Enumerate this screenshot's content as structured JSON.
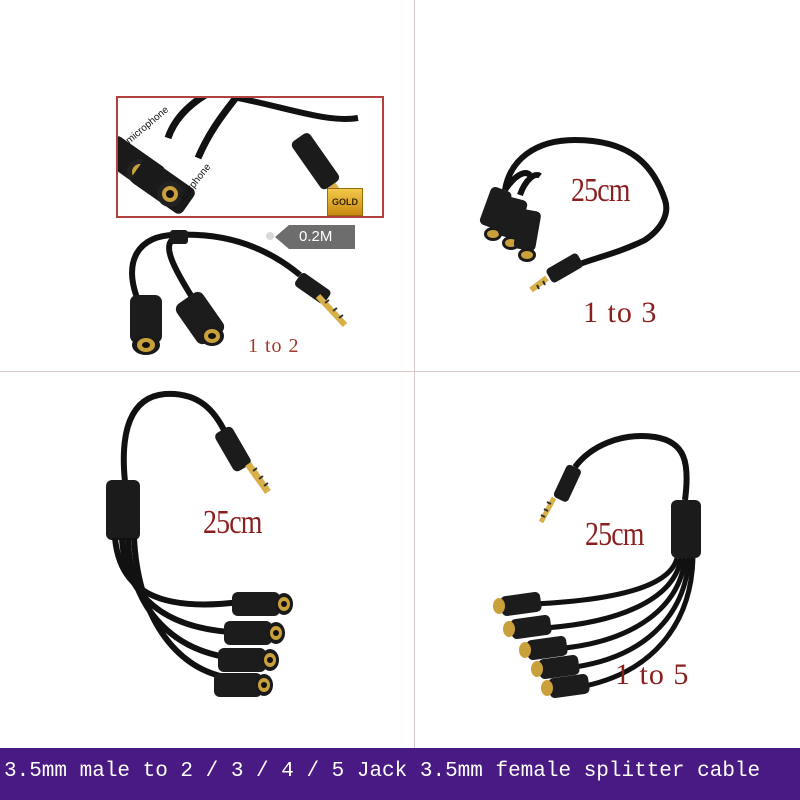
{
  "panels": {
    "one_to_two": {
      "inset_label_microphone": "microphone",
      "inset_label_earphone": "Earphone",
      "gold_badge": "GOLD",
      "length_badge": "0.2M",
      "ratio_label": "1 to 2"
    },
    "one_to_three": {
      "length_label": "25cm",
      "ratio_label": "1 to 3"
    },
    "one_to_four": {
      "length_label": "25cm"
    },
    "one_to_five": {
      "length_label": "25cm",
      "ratio_label": "1 to 5"
    }
  },
  "banner": {
    "text": "3.5mm male to 2 / 3 / 4 / 5 Jack 3.5mm female splitter cable"
  },
  "colors": {
    "banner_bg": "#4a1a84",
    "label_red": "#8b1e1e",
    "inset_border": "#b0413e",
    "gold": "#e0b030"
  }
}
